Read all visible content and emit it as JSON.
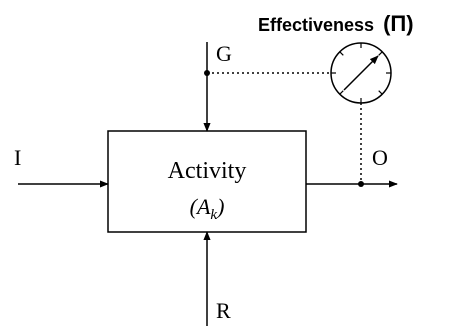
{
  "title": {
    "text": "Effectiveness",
    "symbol": "(Π)"
  },
  "activity": {
    "name": "Activity",
    "symbol_open": "(",
    "symbol_base": "A",
    "symbol_subscript": "k",
    "symbol_close": ")"
  },
  "labels": {
    "input": "I",
    "output": "O",
    "goal": "G",
    "resource": "R"
  },
  "icons": {
    "gauge": "gauge-icon"
  },
  "colors": {
    "stroke": "#000000",
    "background": "#ffffff"
  }
}
